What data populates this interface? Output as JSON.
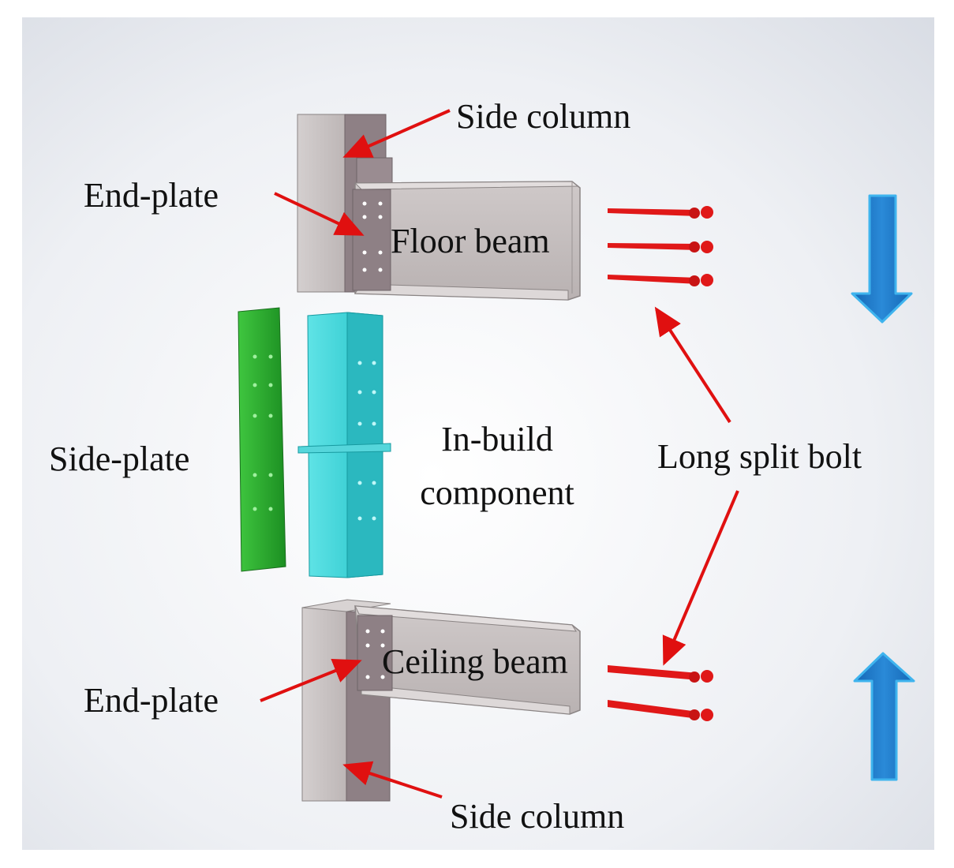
{
  "labels": {
    "side_column_top": "Side column",
    "end_plate_top": "End-plate",
    "floor_beam": "Floor beam",
    "side_plate": "Side-plate",
    "in_build_line1": "In-build",
    "in_build_line2": "component",
    "long_split_bolt": "Long split bolt",
    "ceiling_beam": "Ceiling beam",
    "end_plate_bottom": "End-plate",
    "side_column_bottom": "Side column"
  },
  "colors": {
    "steel": "#c9c3c3",
    "steel_dark": "#8e8085",
    "side_plate": "#22a62a",
    "in_build": "#2fd0d6",
    "bolt": "#e01818",
    "annotation_arrow": "#e01010",
    "direction_arrow": "#1e78c8"
  },
  "icons": {
    "direction_down": "arrow-down-icon",
    "direction_up": "arrow-up-icon"
  }
}
